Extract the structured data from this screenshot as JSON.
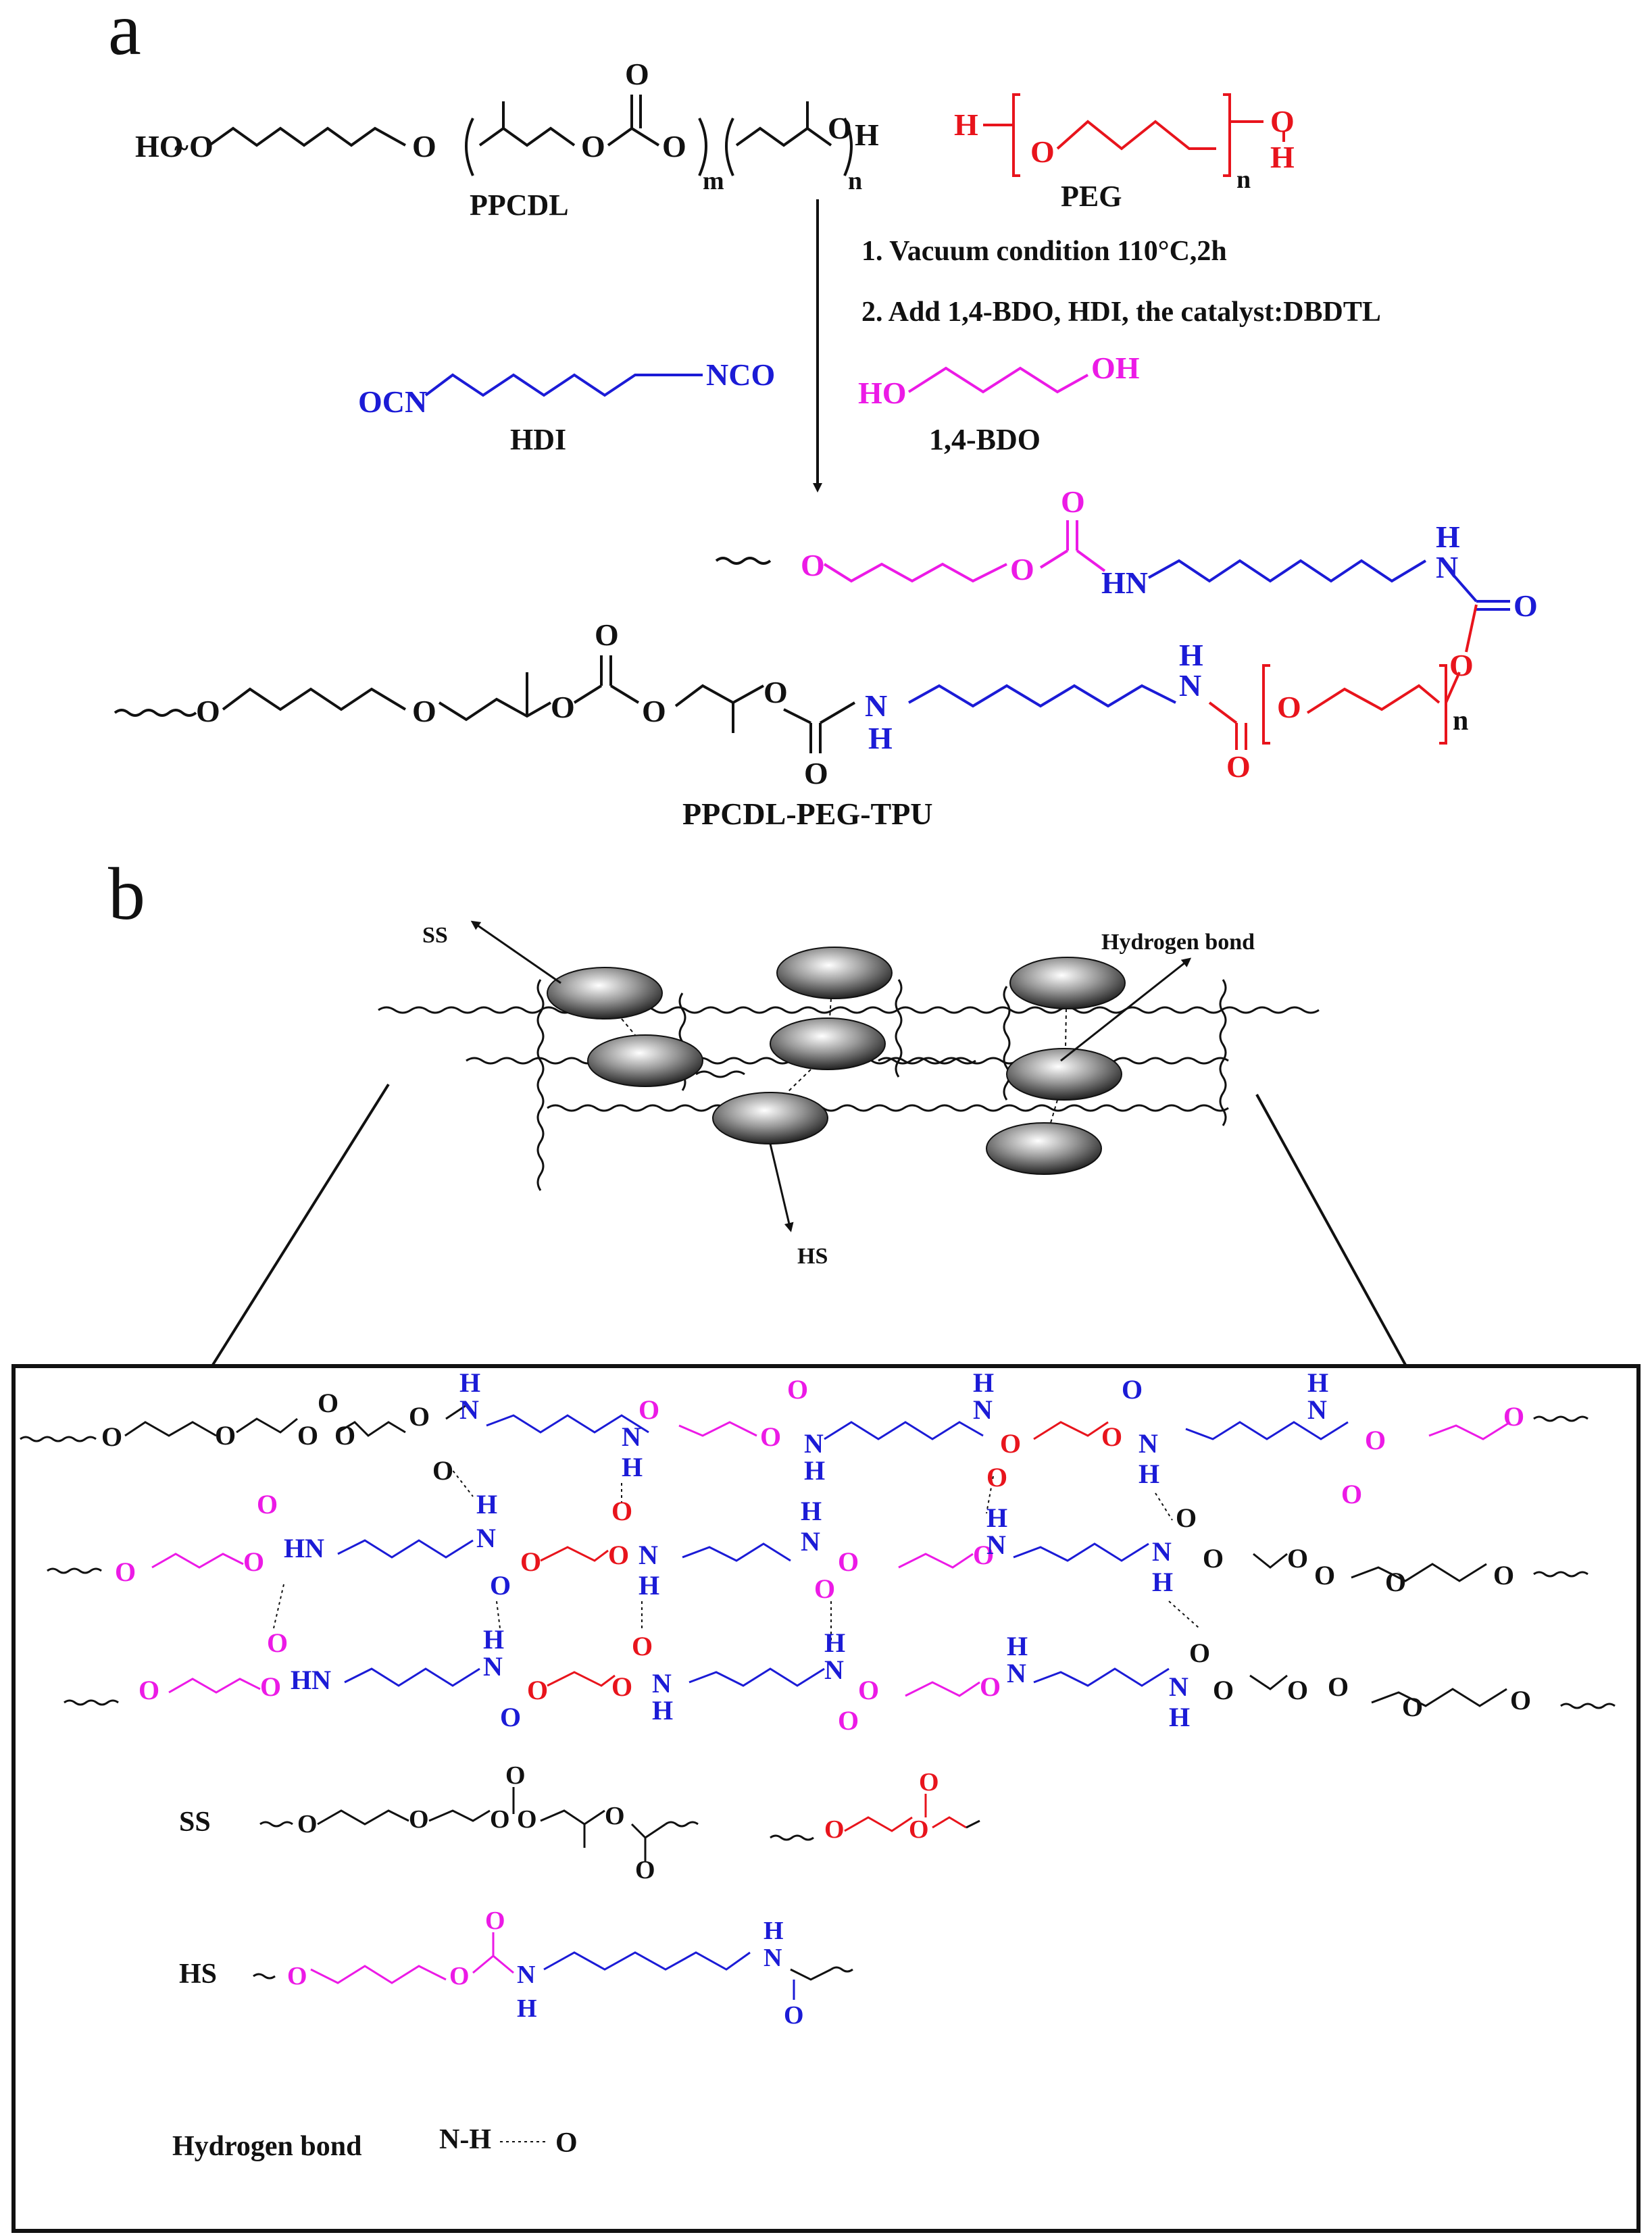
{
  "figure": {
    "colors": {
      "black": "#111111",
      "red": "#e8141c",
      "blue": "#1b1bd6",
      "magenta": "#ec1ae6"
    },
    "panel_a": {
      "label": "a",
      "ppcdl": {
        "name": "PPCDL",
        "ho": "HO",
        "o": "O",
        "m": "m",
        "n": "n",
        "h": "H"
      },
      "peg": {
        "name": "PEG",
        "h_left": "H",
        "o": "O",
        "n": "n",
        "oh_o": "O",
        "oh_h": "H"
      },
      "conditions": {
        "step1": "1. Vacuum condition 110°C,2h",
        "step2": "2. Add 1,4-BDO, HDI, the catalyst:DBDTL"
      },
      "hdi": {
        "name": "HDI",
        "left": "OCN",
        "right": "NCO"
      },
      "bdo": {
        "name": "1,4-BDO",
        "left": "HO",
        "right": "OH"
      },
      "product": {
        "name": "PPCDL-PEG-TPU",
        "o": "O",
        "n_atom": "N",
        "h": "H",
        "hn": "HN",
        "n_sub": "n"
      }
    },
    "panel_b": {
      "label": "b",
      "cartoon": {
        "ss": "SS",
        "hs": "HS",
        "hbond": "Hydrogen bond"
      },
      "legend": {
        "ss_label": "SS",
        "hs_label": "HS",
        "hbond_label": "Hydrogen bond",
        "hbond_formula_nh": "N-H",
        "hbond_formula_o": "O"
      },
      "atoms": {
        "o": "O",
        "h": "H",
        "n": "N",
        "hn": "HN",
        "nh": "NH"
      }
    }
  }
}
